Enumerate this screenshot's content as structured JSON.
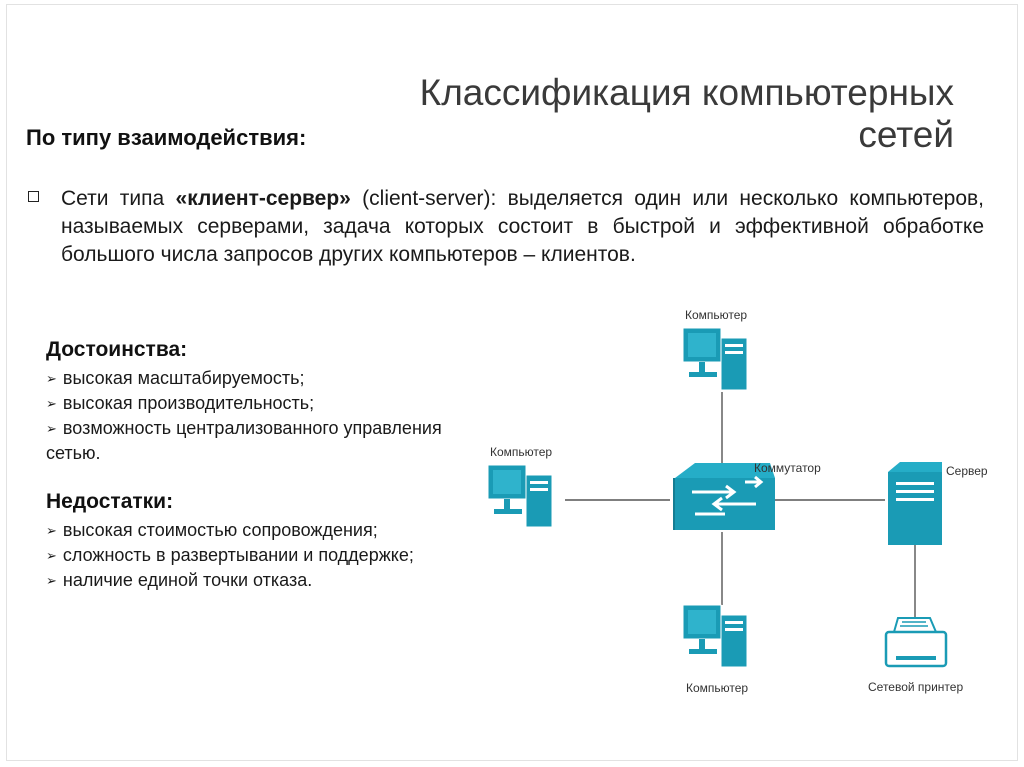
{
  "slide": {
    "title": "Классификация компьютерных сетей",
    "subtitle": "По типу взаимодействия:",
    "main_bullet": {
      "text_prefix": "Сети типа ",
      "text_bold": "«клиент-сервер»",
      "text_suffix": " (client-server): выделяется один или несколько компьютеров, называемых серверами, задача которых состоит в быстрой и эффективной обработке большого числа запросов других компьютеров – клиентов."
    },
    "pros": {
      "heading": "Достоинства:",
      "items": [
        "высокая масштабируемость;",
        "высокая производительность;",
        "возможность централизованного управления сетью."
      ]
    },
    "cons": {
      "heading": "Недостатки:",
      "items": [
        "высокая стоимостью сопровождения;",
        "сложность в развертывании и поддержке;",
        "наличие единой точки отказа."
      ]
    }
  },
  "diagram": {
    "labels": {
      "computer_top": "Компьютер",
      "computer_left": "Компьютер",
      "computer_bottom": "Компьютер",
      "switch": "Коммутатор",
      "server": "Сервер",
      "printer": "Сетевой принтер"
    },
    "colors": {
      "device": "#1a9bb5",
      "device_dark": "#147d93",
      "line": "#555555"
    }
  }
}
